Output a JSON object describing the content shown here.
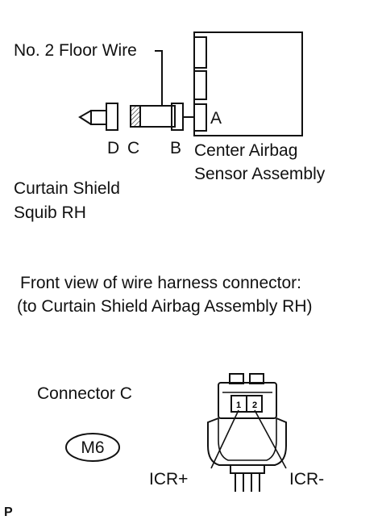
{
  "labels": {
    "floor_wire": "No. 2 Floor Wire",
    "conn_a": "A",
    "conn_b": "B",
    "conn_c": "C",
    "conn_d": "D",
    "sensor_line1": "Center Airbag",
    "sensor_line2": "Sensor Assembly",
    "squib_line1": "Curtain Shield",
    "squib_line2": "Squib RH",
    "front_view_line1": "Front view of wire harness connector:",
    "front_view_line2": "(to Curtain Shield Airbag Assembly RH)",
    "connector_title": "Connector C",
    "connector_code": "M6",
    "pin1": "1",
    "pin2": "2",
    "icr_plus": "ICR+",
    "icr_minus": "ICR-",
    "page_mark": "P"
  },
  "colors": {
    "line": "#111111",
    "background": "#ffffff"
  }
}
